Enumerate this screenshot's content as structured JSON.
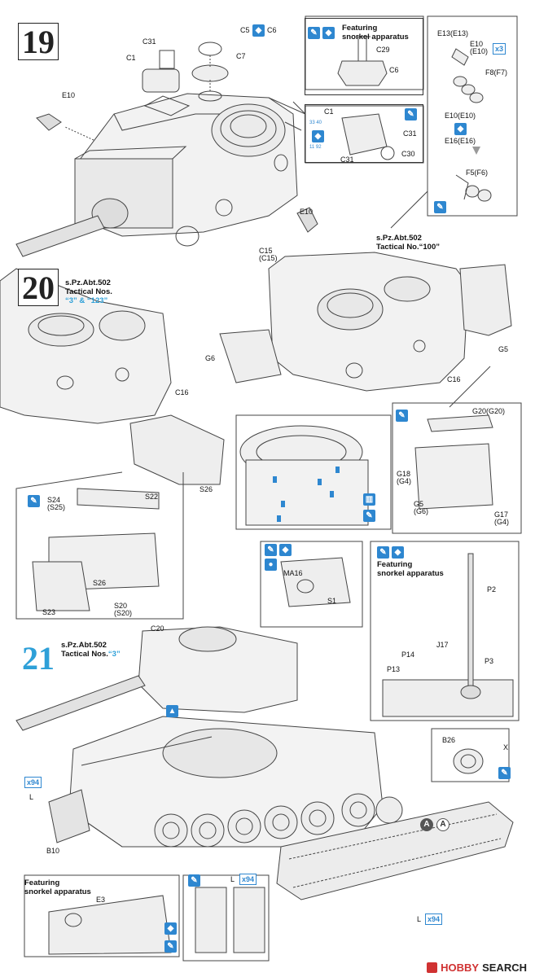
{
  "steps": [
    "19",
    "20",
    "21"
  ],
  "step19": {
    "part_labels": {
      "c31_top": "C31",
      "c5": "C5",
      "c6_top": "C6",
      "c1_top": "C1",
      "c7": "C7",
      "e10_left": "E10",
      "e10_right": "E10",
      "c15": "C15",
      "c15_alt": "(C15)"
    },
    "snorkel_note": "Featuring\nsnorkel apparatus",
    "snorkel_labels": {
      "c29": "C29",
      "c6": "C6"
    },
    "hatch_labels": {
      "c1": "C1",
      "c31a": "C31",
      "c31b": "C31",
      "c30": "C30"
    },
    "hatch_icon_labels": [
      "33 40",
      "11 92"
    ],
    "sprue_labels": {
      "e13": "E13(E13)",
      "e10": "E10",
      "e10_alt": "(E10)",
      "f8": "F8(F7)",
      "e10b": "E10(E10)",
      "e16": "E16(E16)",
      "f5": "F5(F6)"
    },
    "multiplier": "x3"
  },
  "step20": {
    "left_note": {
      "unit": "s.Pz.Abt.502",
      "tactical_prefix": "Tactical Nos.",
      "tactical_value": "“3” & “123”"
    },
    "right_note": {
      "unit": "s.Pz.Abt.502",
      "tactical_prefix": "Tactical No.",
      "tactical_value": "“100”"
    },
    "part_labels": {
      "c16_left": "C16",
      "s26_a": "S26",
      "g6": "G6",
      "g5_right": "G5",
      "c16_right": "C16"
    },
    "bin_labels": {
      "g20": "G20(G20)",
      "g18": "G18",
      "g4a": "(G4)",
      "g5": "G5",
      "g6": "(G6)",
      "g17": "G17",
      "g4b": "(G4)"
    },
    "bin_detail_labels": {
      "s24": "S24",
      "s25": "(S25)",
      "s22": "S22",
      "s26": "S26",
      "s23": "S23",
      "s20": "S20",
      "s20b": "(S20)"
    }
  },
  "step21": {
    "note": {
      "unit": "s.Pz.Abt.502",
      "tactical_prefix": "Tactical Nos.",
      "tactical_value": "“3”"
    },
    "ma16_labels": {
      "ma16": "MA16",
      "s1": "S1"
    },
    "snorkel_note": "Featuring\nsnorkel apparatus",
    "snorkel_labels": {
      "p2": "P2",
      "j17": "J17",
      "p14": "P14",
      "p13": "P13",
      "p3": "P3"
    },
    "b26_labels": {
      "b26": "B26",
      "x": "X"
    },
    "part_labels": {
      "c20": "C20",
      "l_left": "L",
      "b10": "B10",
      "l_track": "L"
    },
    "multipliers": {
      "x94_left": "x94",
      "x94_bottom": "x94",
      "x94_track": "x94"
    },
    "circle_labels": [
      "A",
      "A"
    ],
    "bottom_left_note": "Featuring\nsnorkel apparatus",
    "track_l_label": "L",
    "e3_label": "E3"
  },
  "watermark": {
    "brand_a": "HOBBY",
    "brand_b": "SEARCH"
  }
}
